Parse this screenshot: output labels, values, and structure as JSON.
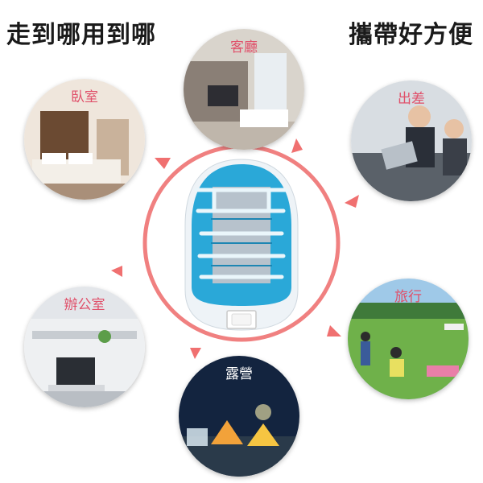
{
  "headline_left": "走到哪用到哪",
  "headline_right": "攜帶好方便",
  "scenes": [
    {
      "label": "客廳"
    },
    {
      "label": "臥室"
    },
    {
      "label": "出差"
    },
    {
      "label": "辦公室"
    },
    {
      "label": "旅行"
    },
    {
      "label": "露營"
    }
  ],
  "colors": {
    "ring": "#f08080",
    "device": "#2aa8d8",
    "label": "#e0506a"
  }
}
